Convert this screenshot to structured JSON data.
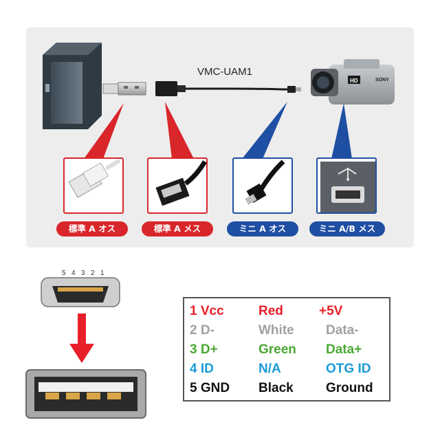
{
  "cable": {
    "model": "VMC-UAM1"
  },
  "connectors": [
    {
      "label": "標準 A オス",
      "color": "#d9262a"
    },
    {
      "label": "標準 A メス",
      "color": "#d9262a"
    },
    {
      "label": "ミニ A オス",
      "color": "#1f4fa3"
    },
    {
      "label": "ミニ A/B メス",
      "color": "#1f4fa3"
    }
  ],
  "camcorder": {
    "brand": "SONY",
    "badge": "HD"
  },
  "pin_numbers": [
    "5",
    "4",
    "3",
    "2",
    "1"
  ],
  "pinout": [
    {
      "pin": "1 Vcc",
      "wire": "Red",
      "signal": "+5V",
      "color": "#e8202a"
    },
    {
      "pin": "2 D-",
      "wire": "White",
      "signal": "Data-",
      "color": "#a0a0a0"
    },
    {
      "pin": "3 D+",
      "wire": "Green",
      "signal": "Data+",
      "color": "#4aa832"
    },
    {
      "pin": "4 ID",
      "wire": "N/A",
      "signal": "OTG ID",
      "color": "#1a9ad6"
    },
    {
      "pin": "5 GND",
      "wire": "Black",
      "signal": "Ground",
      "color": "#111111"
    }
  ],
  "colors": {
    "arrow": "#e8202a",
    "panel": "#ededed"
  }
}
